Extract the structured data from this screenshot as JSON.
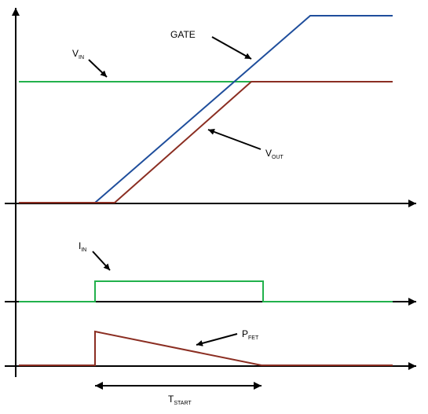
{
  "labels": {
    "gate": "GATE",
    "vin_main": "V",
    "vin_sub": "IN",
    "vout_main": "V",
    "vout_sub": "OUT",
    "iin_main": "I",
    "iin_sub": "IN",
    "pfet_main": "P",
    "pfet_sub": "FET",
    "tstart_main": "T",
    "tstart_sub": "START"
  },
  "colors": {
    "gate": "#1f4e9c",
    "vin": "#22b14c",
    "vout": "#8b2e22",
    "iin": "#22b14c",
    "pfet": "#8b2e22",
    "axes": "#000000"
  }
}
